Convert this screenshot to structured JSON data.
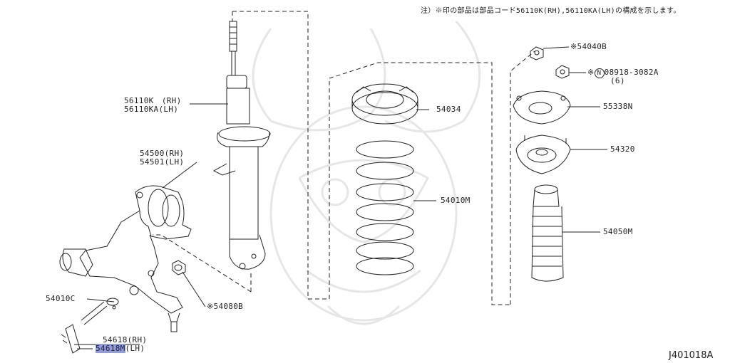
{
  "note": "注）※印の部品は部品コード56110K(RH),56110KA(LH)の構成を示します。",
  "figure_id": "J401018A",
  "labels": {
    "strut_rh": "56110K　(RH)",
    "strut_lh": "56110KA(LH)",
    "knuckle_rh": "54500(RH)",
    "knuckle_lh": "54501(LH)",
    "bushing": "54010C",
    "link_rh": "54618(RH)",
    "link_lh_code": "54618M",
    "link_lh_side": "(LH)",
    "bolt": "※54080B",
    "spring_seat": "54034",
    "coil_spring": "54010M",
    "mount_nut": "※54040B",
    "stud_nut": "※",
    "stud_nut_n": "N",
    "stud_nut_code": "08918-3082A",
    "stud_nut_qty": "(6)",
    "mount_plate": "55338N",
    "mount_insulator": "54320",
    "bound_bumper": "54050M"
  }
}
